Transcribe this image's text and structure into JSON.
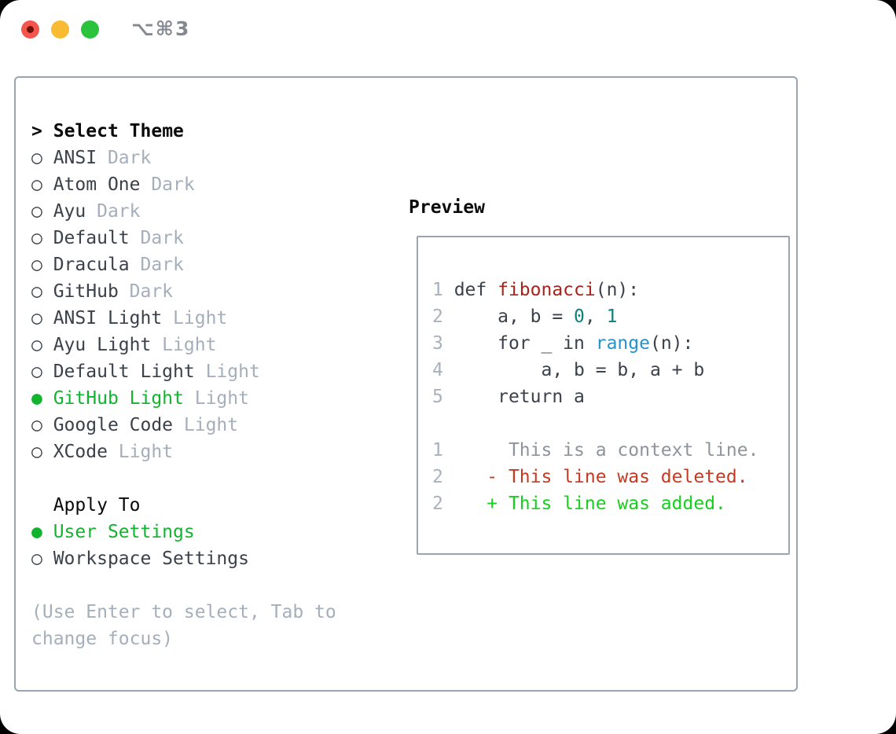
{
  "window": {
    "shortcut": "⌥⌘3",
    "traffic_lights": [
      "close",
      "minimize",
      "zoom"
    ]
  },
  "icons": {
    "radio_unselected": "○",
    "radio_selected": "●",
    "prompt": ">"
  },
  "theme_panel": {
    "title": "Select Theme",
    "items": [
      {
        "name": "ANSI",
        "variant": "Dark",
        "selected": false
      },
      {
        "name": "Atom One",
        "variant": "Dark",
        "selected": false
      },
      {
        "name": "Ayu",
        "variant": "Dark",
        "selected": false
      },
      {
        "name": "Default",
        "variant": "Dark",
        "selected": false
      },
      {
        "name": "Dracula",
        "variant": "Dark",
        "selected": false
      },
      {
        "name": "GitHub",
        "variant": "Dark",
        "selected": false
      },
      {
        "name": "ANSI Light",
        "variant": "Light",
        "selected": false
      },
      {
        "name": "Ayu Light",
        "variant": "Light",
        "selected": false
      },
      {
        "name": "Default Light",
        "variant": "Light",
        "selected": false
      },
      {
        "name": "GitHub Light",
        "variant": "Light",
        "selected": true
      },
      {
        "name": "Google Code",
        "variant": "Light",
        "selected": false
      },
      {
        "name": "XCode",
        "variant": "Light",
        "selected": false
      }
    ],
    "apply_to": {
      "title": "Apply To",
      "options": [
        {
          "label": "User Settings",
          "selected": true
        },
        {
          "label": "Workspace Settings",
          "selected": false
        }
      ]
    },
    "hint_lines": [
      "(Use Enter to select, Tab to",
      "change focus)"
    ]
  },
  "preview": {
    "title": "Preview",
    "code": [
      {
        "num": "1",
        "tokens": [
          {
            "text": "def ",
            "style": "plain"
          },
          {
            "text": "fibonacci",
            "style": "function"
          },
          {
            "text": "(n):",
            "style": "plain"
          }
        ]
      },
      {
        "num": "2",
        "tokens": [
          {
            "text": "    a, b = ",
            "style": "plain"
          },
          {
            "text": "0",
            "style": "number"
          },
          {
            "text": ", ",
            "style": "plain"
          },
          {
            "text": "1",
            "style": "number"
          }
        ]
      },
      {
        "num": "3",
        "tokens": [
          {
            "text": "    for _ in ",
            "style": "plain"
          },
          {
            "text": "range",
            "style": "builtin"
          },
          {
            "text": "(n):",
            "style": "plain"
          }
        ]
      },
      {
        "num": "4",
        "tokens": [
          {
            "text": "        a, b = b, a + b",
            "style": "plain"
          }
        ]
      },
      {
        "num": "5",
        "tokens": [
          {
            "text": "    return a",
            "style": "plain"
          }
        ]
      },
      {
        "num": "",
        "tokens": []
      },
      {
        "num": "1",
        "tokens": [
          {
            "text": "     This is a context line.",
            "style": "context"
          }
        ]
      },
      {
        "num": "2",
        "tokens": [
          {
            "text": "   - This line was deleted.",
            "style": "deleted"
          }
        ]
      },
      {
        "num": "2",
        "tokens": [
          {
            "text": "   + This line was added.",
            "style": "added"
          }
        ]
      }
    ]
  },
  "colors": {
    "accent_green": "#12b42f",
    "diff_added": "#17cf1e",
    "diff_deleted": "#c63a22",
    "function_red": "#a8231b",
    "builtin_blue": "#2492cc",
    "number_teal": "#0d8080",
    "text_dark": "#3b414a",
    "text_muted": "#a5aebb",
    "line_number_gray": "#a9b1bd",
    "border_gray": "#9aa3ae",
    "traffic_red": "#f4564e",
    "traffic_yellow": "#f9bb33",
    "traffic_green": "#2bc23c",
    "shortcut_gray": "#85898f"
  }
}
